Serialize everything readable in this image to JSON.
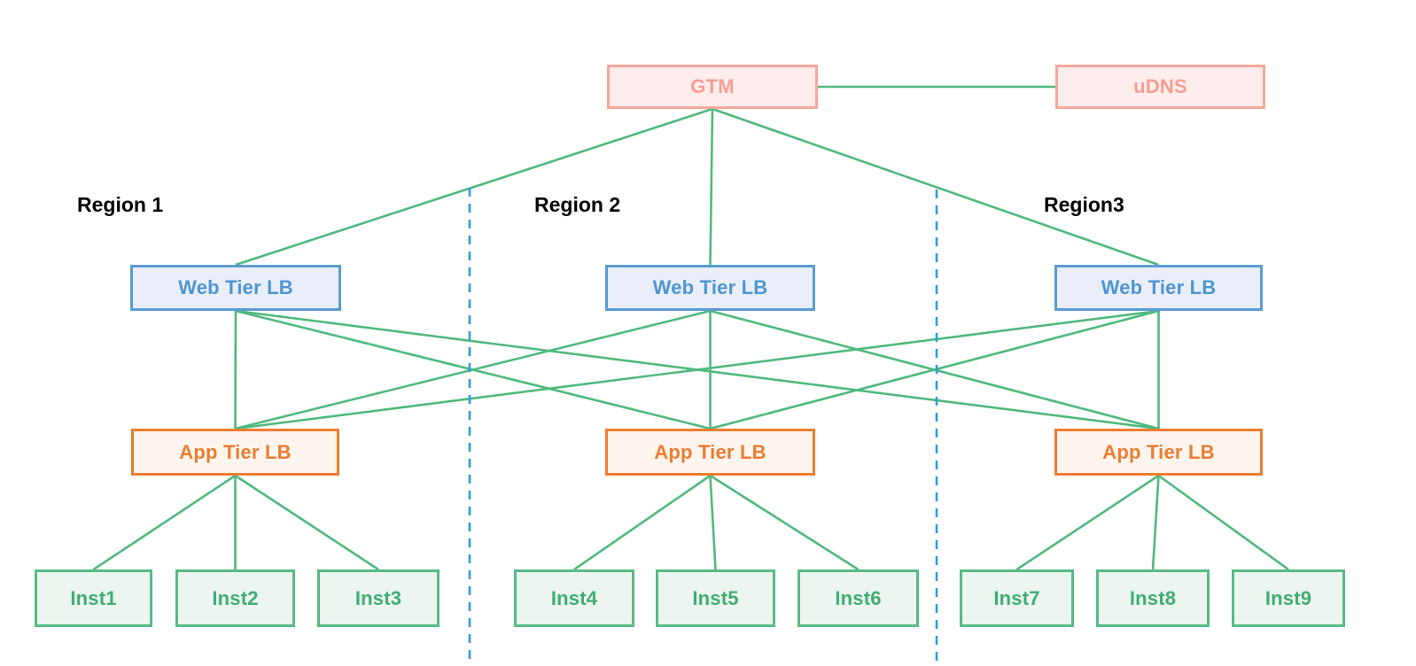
{
  "diagram": {
    "nodes": {
      "gtm": {
        "label": "GTM"
      },
      "udns": {
        "label": "uDNS"
      },
      "web1": {
        "label": "Web Tier LB"
      },
      "web2": {
        "label": "Web Tier LB"
      },
      "web3": {
        "label": "Web Tier LB"
      },
      "app1": {
        "label": "App Tier LB"
      },
      "app2": {
        "label": "App Tier LB"
      },
      "app3": {
        "label": "App Tier LB"
      },
      "inst1": {
        "label": "Inst1"
      },
      "inst2": {
        "label": "Inst2"
      },
      "inst3": {
        "label": "Inst3"
      },
      "inst4": {
        "label": "Inst4"
      },
      "inst5": {
        "label": "Inst5"
      },
      "inst6": {
        "label": "Inst6"
      },
      "inst7": {
        "label": "Inst7"
      },
      "inst8": {
        "label": "Inst8"
      },
      "inst9": {
        "label": "Inst9"
      }
    },
    "regions": [
      {
        "label": "Region 1"
      },
      {
        "label": "Region 2"
      },
      {
        "label": "Region3"
      }
    ],
    "edges": [
      {
        "from": "gtm",
        "to": "udns",
        "from_anchor": "right",
        "to_anchor": "left"
      },
      {
        "from": "gtm",
        "to": "web1"
      },
      {
        "from": "gtm",
        "to": "web2"
      },
      {
        "from": "gtm",
        "to": "web3"
      },
      {
        "from": "web1",
        "to": "app1"
      },
      {
        "from": "web1",
        "to": "app2"
      },
      {
        "from": "web1",
        "to": "app3"
      },
      {
        "from": "web2",
        "to": "app1"
      },
      {
        "from": "web2",
        "to": "app2"
      },
      {
        "from": "web2",
        "to": "app3"
      },
      {
        "from": "web3",
        "to": "app1"
      },
      {
        "from": "web3",
        "to": "app2"
      },
      {
        "from": "web3",
        "to": "app3"
      },
      {
        "from": "app1",
        "to": "inst1"
      },
      {
        "from": "app1",
        "to": "inst2"
      },
      {
        "from": "app1",
        "to": "inst3"
      },
      {
        "from": "app2",
        "to": "inst4"
      },
      {
        "from": "app2",
        "to": "inst5"
      },
      {
        "from": "app2",
        "to": "inst6"
      },
      {
        "from": "app3",
        "to": "inst7"
      },
      {
        "from": "app3",
        "to": "inst8"
      },
      {
        "from": "app3",
        "to": "inst9"
      }
    ],
    "colors": {
      "connector": "#50b97e",
      "region_separator": "#2f9ddb",
      "dns_fill": "#fdedec",
      "dns_border": "#f6a89c",
      "dns_text": "#f99d92",
      "web_fill": "#e9eef8",
      "web_border": "#5b9bd5",
      "web_text": "#4e96d3",
      "app_fill": "#fdf5ee",
      "app_border": "#ed7d31",
      "app_text": "#ed7d31",
      "inst_fill": "#ecf5ef",
      "inst_border": "#58bb86",
      "inst_text": "#3fae74"
    }
  }
}
